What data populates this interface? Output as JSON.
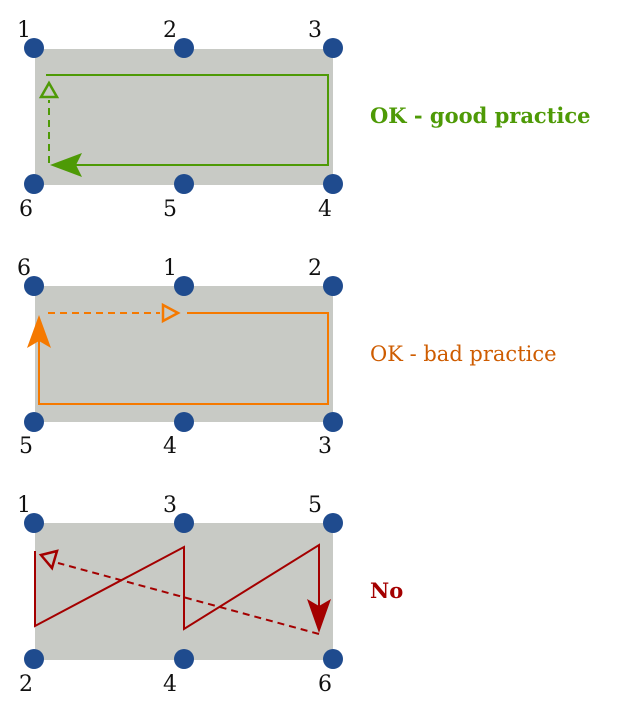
{
  "colors": {
    "rect_fill": "#c8cac5",
    "node": "#1f4b8e",
    "good": "#4e9a06",
    "bad": "#f57900",
    "bad_text": "#ce5c00",
    "no": "#a40000"
  },
  "panels": [
    {
      "id": "good",
      "label": "OK - good practice",
      "label_bold": true,
      "color_key": "good",
      "top_labels": [
        "1",
        "2",
        "3"
      ],
      "bottom_labels": [
        "6",
        "5",
        "4"
      ]
    },
    {
      "id": "bad",
      "label": "OK - bad practice",
      "label_bold": false,
      "color_key": "bad",
      "top_labels": [
        "6",
        "1",
        "2"
      ],
      "bottom_labels": [
        "5",
        "4",
        "3"
      ]
    },
    {
      "id": "no",
      "label": "No",
      "label_bold": true,
      "color_key": "no",
      "top_labels": [
        "1",
        "3",
        "5"
      ],
      "bottom_labels": [
        "2",
        "4",
        "6"
      ]
    }
  ]
}
